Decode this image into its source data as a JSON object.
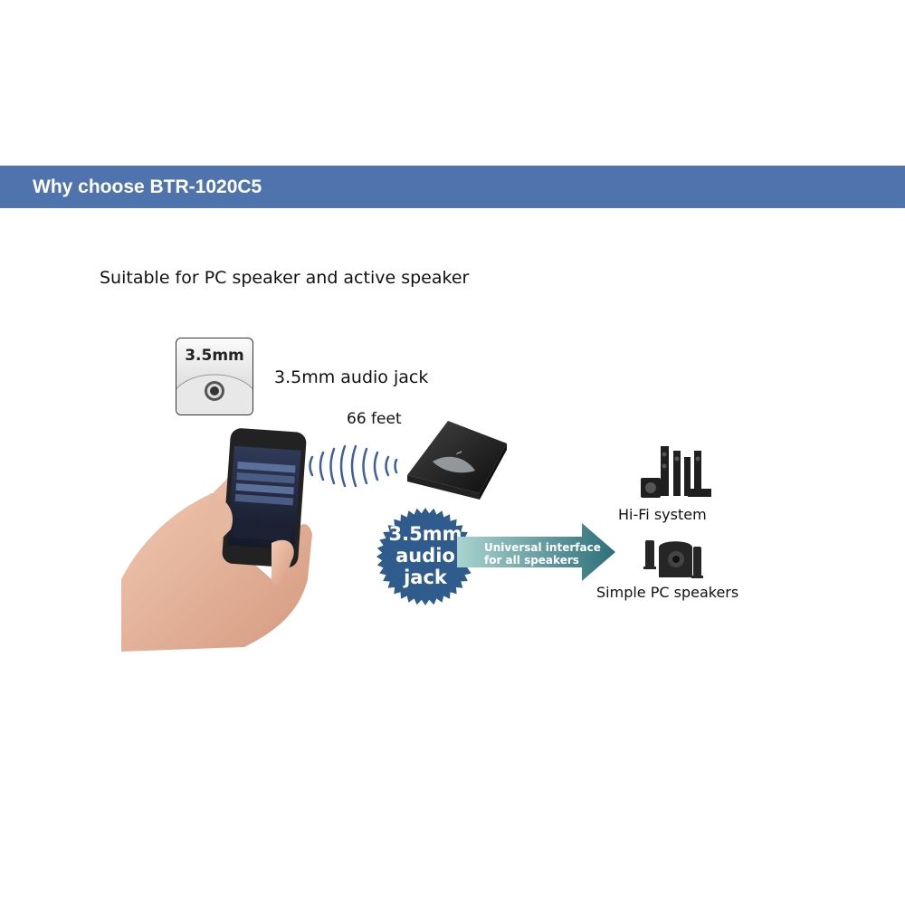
{
  "banner": {
    "title": "Why choose BTR-1020C5"
  },
  "subtitle": "Suitable for PC speaker and active speaker",
  "jack_icon": {
    "label": "3.5mm"
  },
  "jack_caption": "3.5mm audio jack",
  "range": "66 feet",
  "seal": {
    "line1": "3.5mm",
    "line2": "audio",
    "line3": "jack"
  },
  "arrow": {
    "line1": "Universal interface",
    "line2": "for all speakers"
  },
  "hifi_label": "Hi-Fi system",
  "pc_label": "Simple PC speakers",
  "colors": {
    "banner": "#4f74ad",
    "seal": "#2f5b8d",
    "arrow_start": "#a9d3cf",
    "arrow_end": "#2e6f7a"
  }
}
